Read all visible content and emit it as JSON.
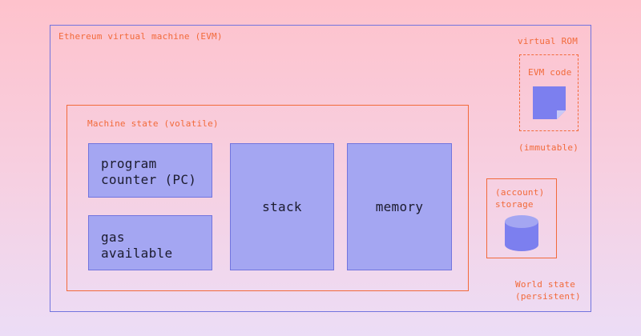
{
  "labels": {
    "evm": "Ethereum virtual machine (EVM)",
    "machine_state": "Machine state (volatile)",
    "virtual_rom": "virtual ROM",
    "evm_code": "EVM code",
    "immutable": "(immutable)",
    "storage": "(account)\nstorage",
    "world_state": "World state\n(persistent)"
  },
  "blocks": {
    "program_counter": "program\ncounter (PC)",
    "gas_available": "gas\navailable",
    "stack": "stack",
    "memory": "memory"
  },
  "colors": {
    "orange": "#F26A3A",
    "purple_border": "#7274DE",
    "block_fill": "#A4A6F2",
    "icon_fill": "#7C7FEF",
    "background_top": "#FEC2CC",
    "background_bottom": "#ECDDF6"
  },
  "icons": {
    "code": "document-icon",
    "storage": "database-icon"
  }
}
